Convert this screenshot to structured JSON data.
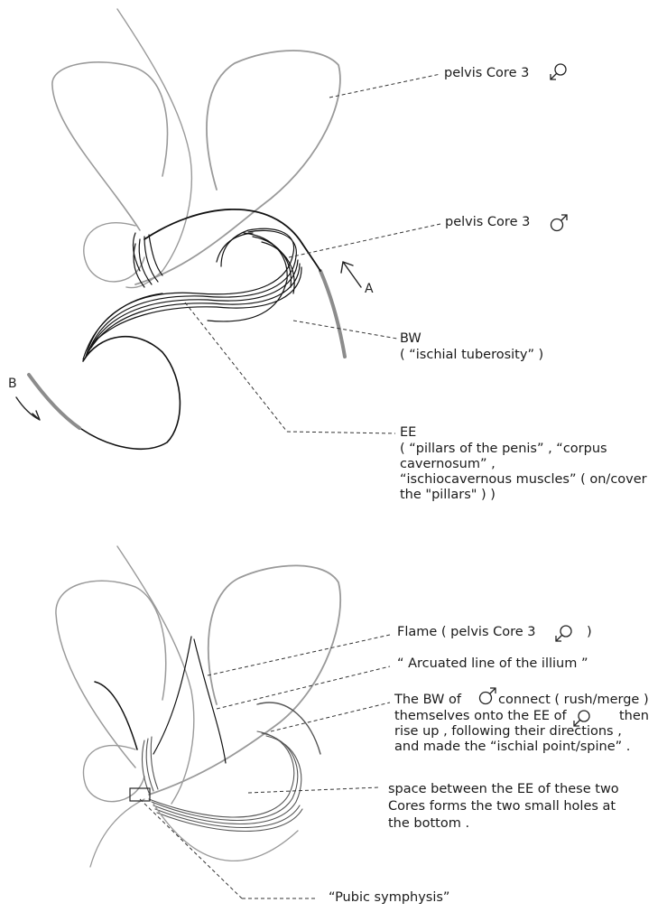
{
  "top": {
    "label_core3_female": "pelvis Core 3",
    "label_core3_male": "pelvis Core 3",
    "bw_line1": "BW",
    "bw_line2": "( “ischial tuberosity” )",
    "ee_line1": "EE",
    "ee_line2": "( “pillars of the penis” , “corpus",
    "ee_line3": "cavernosum” ,",
    "ee_line4": "“ischiocavernous muscles” ( on/cover",
    "ee_line5": "the \"pillars\" ) )",
    "arrow_a_letter": "A",
    "arrow_b_letter": "B"
  },
  "bottom": {
    "flame_text": "Flame ( pelvis Core 3",
    "flame_close": ")",
    "arcuate": "“ Arcuated line of the illium ”",
    "bw_connect_1a": "The BW of",
    "bw_connect_1b": "connect ( rush/merge )",
    "bw_connect_2a": "themselves onto the EE of",
    "bw_connect_2b": "then",
    "bw_connect_3": "rise up , following their directions ,",
    "bw_connect_4": "and made the “ischial point/spine” .",
    "space_1": "space between the EE of these two",
    "space_2": "Cores forms the two small holes at",
    "space_3": "the bottom .",
    "pubic": "“Pubic symphysis”"
  },
  "symbols": {
    "female_icon": "female-symbol-icon",
    "male_icon": "male-symbol-icon"
  },
  "colors": {
    "ink": "#111111",
    "pencil_gray": "#8c8c8c",
    "accent_gray": "#7a7a7a"
  }
}
